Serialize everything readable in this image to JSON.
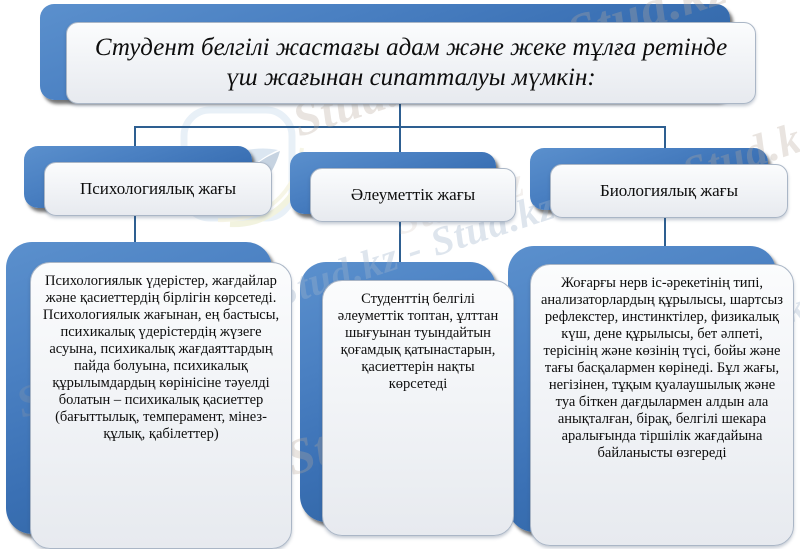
{
  "diagram": {
    "title": {
      "text": "Студент белгілі жастағы адам және жеке тұлға ретінде үш жағынан сипатталуы мүмкін:"
    },
    "branches": [
      {
        "id": "psychological",
        "header": "Психологиялық жағы",
        "body": "Психологиялык үдерістер, жағдайлар және қасиеттердің бірлігін көрсетеді. Психологиялык жағынан, ең бастысы, психикалық үдерістердің жүзеге асуына, психикалық жағдаяттардың пайда болуына, психикалық құрылымдардың көрінісіне тәуелді болатын – психикалық қасиеттер (бағыттылық, темперамент, мінез-құлық, қабілеттер)"
      },
      {
        "id": "social",
        "header": "Әлеуметтік жағы",
        "body": "Студенттің белгілі әлеуметтік топтан, ұлттан шығуынан туындайтын қоғамдық қатынастарын, қасиеттерін нақты көрсетеді"
      },
      {
        "id": "biological",
        "header": "Биологиялық жағы",
        "body": "Жоғарғы нерв іс-әрекетінің типі, анализаторлардың құрылысы, шартсыз рефлекстер, инстинктілер, физикалық күш, дене құрылысы, бет әлпеті, терісінің және көзінің түсі, бойы және тағы басқалармен көрінеді. Бұл жағы, негізінен, тұқым қуалаушылық және туа біткен дағдылармен алдын ала анықталған, бірақ, белгілі шекара аралығында тіршілік жағдайына байланысты өзгереді"
      }
    ]
  },
  "watermarks": {
    "label": "Stud.kz",
    "label_pair": "Stud.kz - Stud.kz",
    "logo_name": "stud-kz-bird-logo"
  },
  "colors": {
    "plate_blue_light": "#5b90cd",
    "plate_blue_dark": "#2f639f",
    "connector": "#2e5f91",
    "panel_bg": "#f2f4f7",
    "panel_border": "#aab6c6",
    "text": "#0d0d0d",
    "watermark": "#b8a99a"
  }
}
